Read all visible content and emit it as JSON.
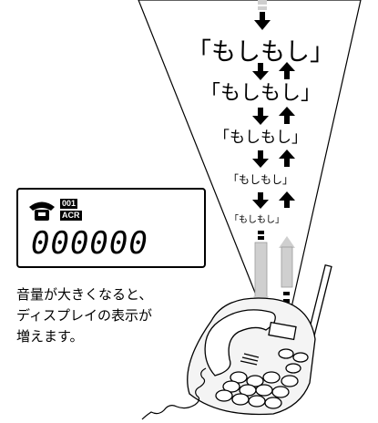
{
  "phrases": [
    {
      "text": "「もしもし」"
    },
    {
      "text": "「もしもし」"
    },
    {
      "text": "「もしもし」"
    },
    {
      "text": "「もしもし」"
    },
    {
      "text": "「もしもし」"
    }
  ],
  "display": {
    "message_count": "001",
    "mode_label": "ACR",
    "digits": "000000"
  },
  "caption": {
    "line1": "音量が大きくなると、",
    "line2": "ディスプレイの表示が",
    "line3": "増えます。"
  },
  "colors": {
    "cone_fill": "#ffffff",
    "line": "#000000",
    "quiet_bar": "#cfcfcf",
    "phone_body": "#f4f4f4"
  },
  "icons": {
    "arrow_down": "down-arrow-icon",
    "arrow_up": "up-arrow-icon",
    "handset": "handset-icon"
  }
}
